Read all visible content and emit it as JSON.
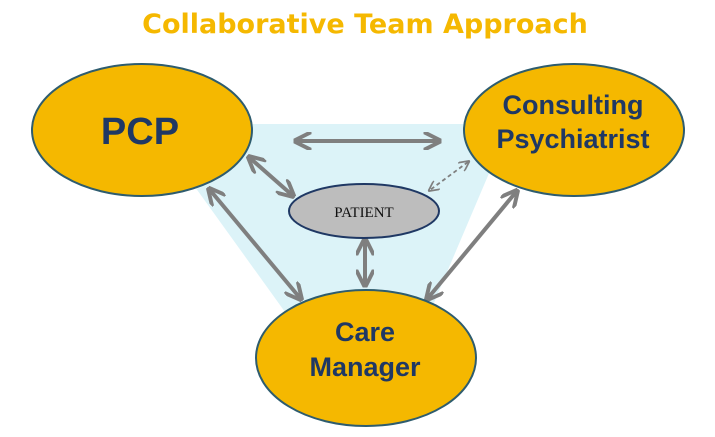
{
  "title": "Collaborative Team Approach",
  "nodes": {
    "pcp": {
      "label": "PCP"
    },
    "psychiatrist": {
      "line1": "Consulting",
      "line2": "Psychiatrist"
    },
    "care_manager": {
      "line1": "Care",
      "line2": "Manager"
    },
    "patient": {
      "label": "PATIENT"
    }
  },
  "colors": {
    "title": "#F5B800",
    "node_fill": "#F5B800",
    "node_border": "#2E5C6E",
    "node_text": "#1F3864",
    "patient_fill": "#BDBDBD",
    "patient_border": "#1F3864",
    "triangle_fill": "#DCF3F8",
    "arrow": "#7F7F7F"
  },
  "edges": [
    {
      "from": "pcp",
      "to": "psychiatrist",
      "style": "solid"
    },
    {
      "from": "pcp",
      "to": "patient",
      "style": "solid"
    },
    {
      "from": "pcp",
      "to": "care_manager",
      "style": "solid"
    },
    {
      "from": "psychiatrist",
      "to": "care_manager",
      "style": "solid"
    },
    {
      "from": "psychiatrist",
      "to": "patient",
      "style": "dashed"
    },
    {
      "from": "patient",
      "to": "care_manager",
      "style": "solid"
    }
  ]
}
